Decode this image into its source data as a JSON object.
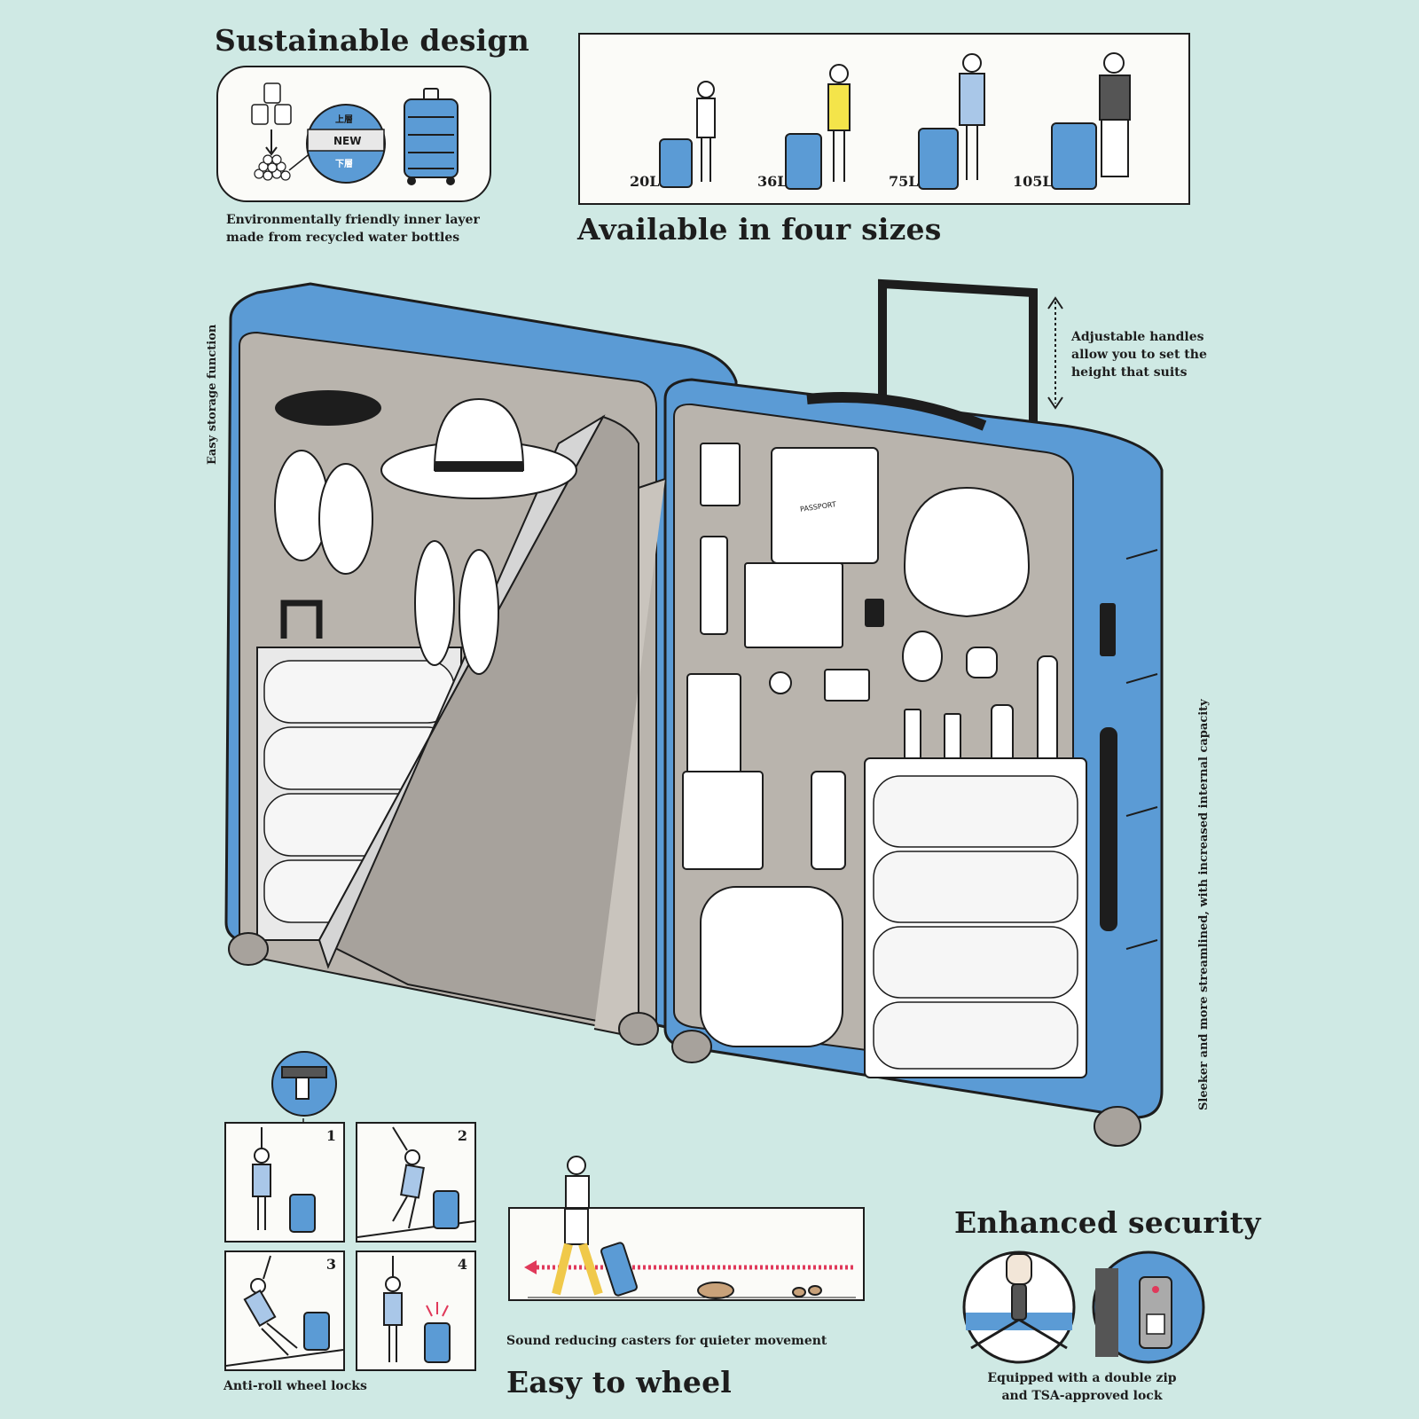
{
  "sustainable": {
    "title": "Sustainable design",
    "badge_top": "上層",
    "badge_new": "NEW",
    "badge_bottom": "下層",
    "caption_line1": "Environmentally friendly inner layer",
    "caption_line2": "made from recycled water bottles"
  },
  "sizes": {
    "title": "Available in four sizes",
    "labels": [
      "20L",
      "36L",
      "75L",
      "105L"
    ]
  },
  "handles": {
    "caption_line1": "Adjustable handles",
    "caption_line2": "allow you to set the",
    "caption_line3": "height that suits"
  },
  "storage": {
    "side_label": "Easy storage function"
  },
  "capacity": {
    "side_label": "Sleeker and more streamlined, with increased internal capacity"
  },
  "suitcase": {
    "passport_label": "PASSPORT"
  },
  "wheel_locks": {
    "steps": [
      "1",
      "2",
      "3",
      "4"
    ],
    "caption": "Anti-roll wheel locks"
  },
  "wheel": {
    "caption": "Sound reducing casters for quieter movement",
    "title": "Easy to wheel"
  },
  "security": {
    "title": "Enhanced security",
    "caption_line1": "Equipped with a double zip",
    "caption_line2": "and TSA-approved lock"
  },
  "colors": {
    "background": "#cfe9e4",
    "suitcase_blue": "#5b9bd5",
    "lining_grey": "#b9b4ad",
    "accent_red": "#e0395a"
  }
}
